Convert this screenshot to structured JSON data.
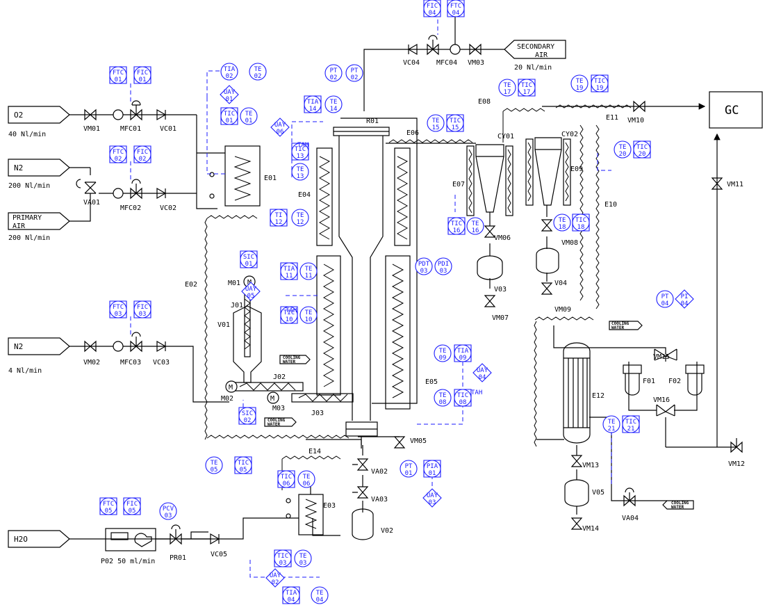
{
  "feeds": {
    "o2": {
      "label": "O2",
      "flow": "40 Nl/min"
    },
    "n2": {
      "label": "N2",
      "flow": "200 Nl/min"
    },
    "air": {
      "label": "PRIMARY AIR",
      "label1": "PRIMARY",
      "label2": "AIR",
      "flow": "200 Nl/min"
    },
    "n2b": {
      "label": "N2",
      "flow": "4 Nl/min"
    },
    "h2o": {
      "label": "H2O"
    },
    "secondary": {
      "label1": "SECONDARY",
      "label2": "AIR",
      "flow": "20 Nl/min"
    }
  },
  "gc": {
    "label": "GC"
  },
  "pump": {
    "label": "P02 50 ml/min"
  },
  "cooling": {
    "line1": "COOLING",
    "line2": "WATER"
  },
  "equipment": {
    "VM01": "VM01",
    "MFC01": "MFC01",
    "VC01": "VC01",
    "VA01": "VA01",
    "MFC02": "MFC02",
    "VC02": "VC02",
    "VM02": "VM02",
    "MFC03": "MFC03",
    "VC03": "VC03",
    "VC04": "VC04",
    "MFC04": "MFC04",
    "VM03": "VM03",
    "VM10": "VM10",
    "VM11": "VM11",
    "VM12": "VM12",
    "VM06": "VM06",
    "VM07": "VM07",
    "VM08": "VM08",
    "VM09": "VM09",
    "VM13": "VM13",
    "VM14": "VM14",
    "VM15": "VM15",
    "VM16": "VM16",
    "VM05": "VM05",
    "VA02": "VA02",
    "VA03": "VA03",
    "VA04": "VA04",
    "V01": "V01",
    "V02": "V02",
    "V03": "V03",
    "V04": "V04",
    "V05": "V05",
    "E01": "E01",
    "E02": "E02",
    "E03": "E03",
    "E04": "E04",
    "E05": "E05",
    "E06": "E06",
    "E07": "E07",
    "E08": "E08",
    "E09": "E09",
    "E10": "E10",
    "E11": "E11",
    "E12": "E12",
    "E14": "E14",
    "R01": "R01",
    "CY01": "CY01",
    "CY02": "CY02",
    "J01": "J01",
    "J02": "J02",
    "J03": "J03",
    "M01": "M01",
    "M02": "M02",
    "M03": "M03",
    "F01": "F01",
    "F02": "F02",
    "PR01": "PR01",
    "VC05": "VC05",
    "TAH": "TAH"
  }
}
